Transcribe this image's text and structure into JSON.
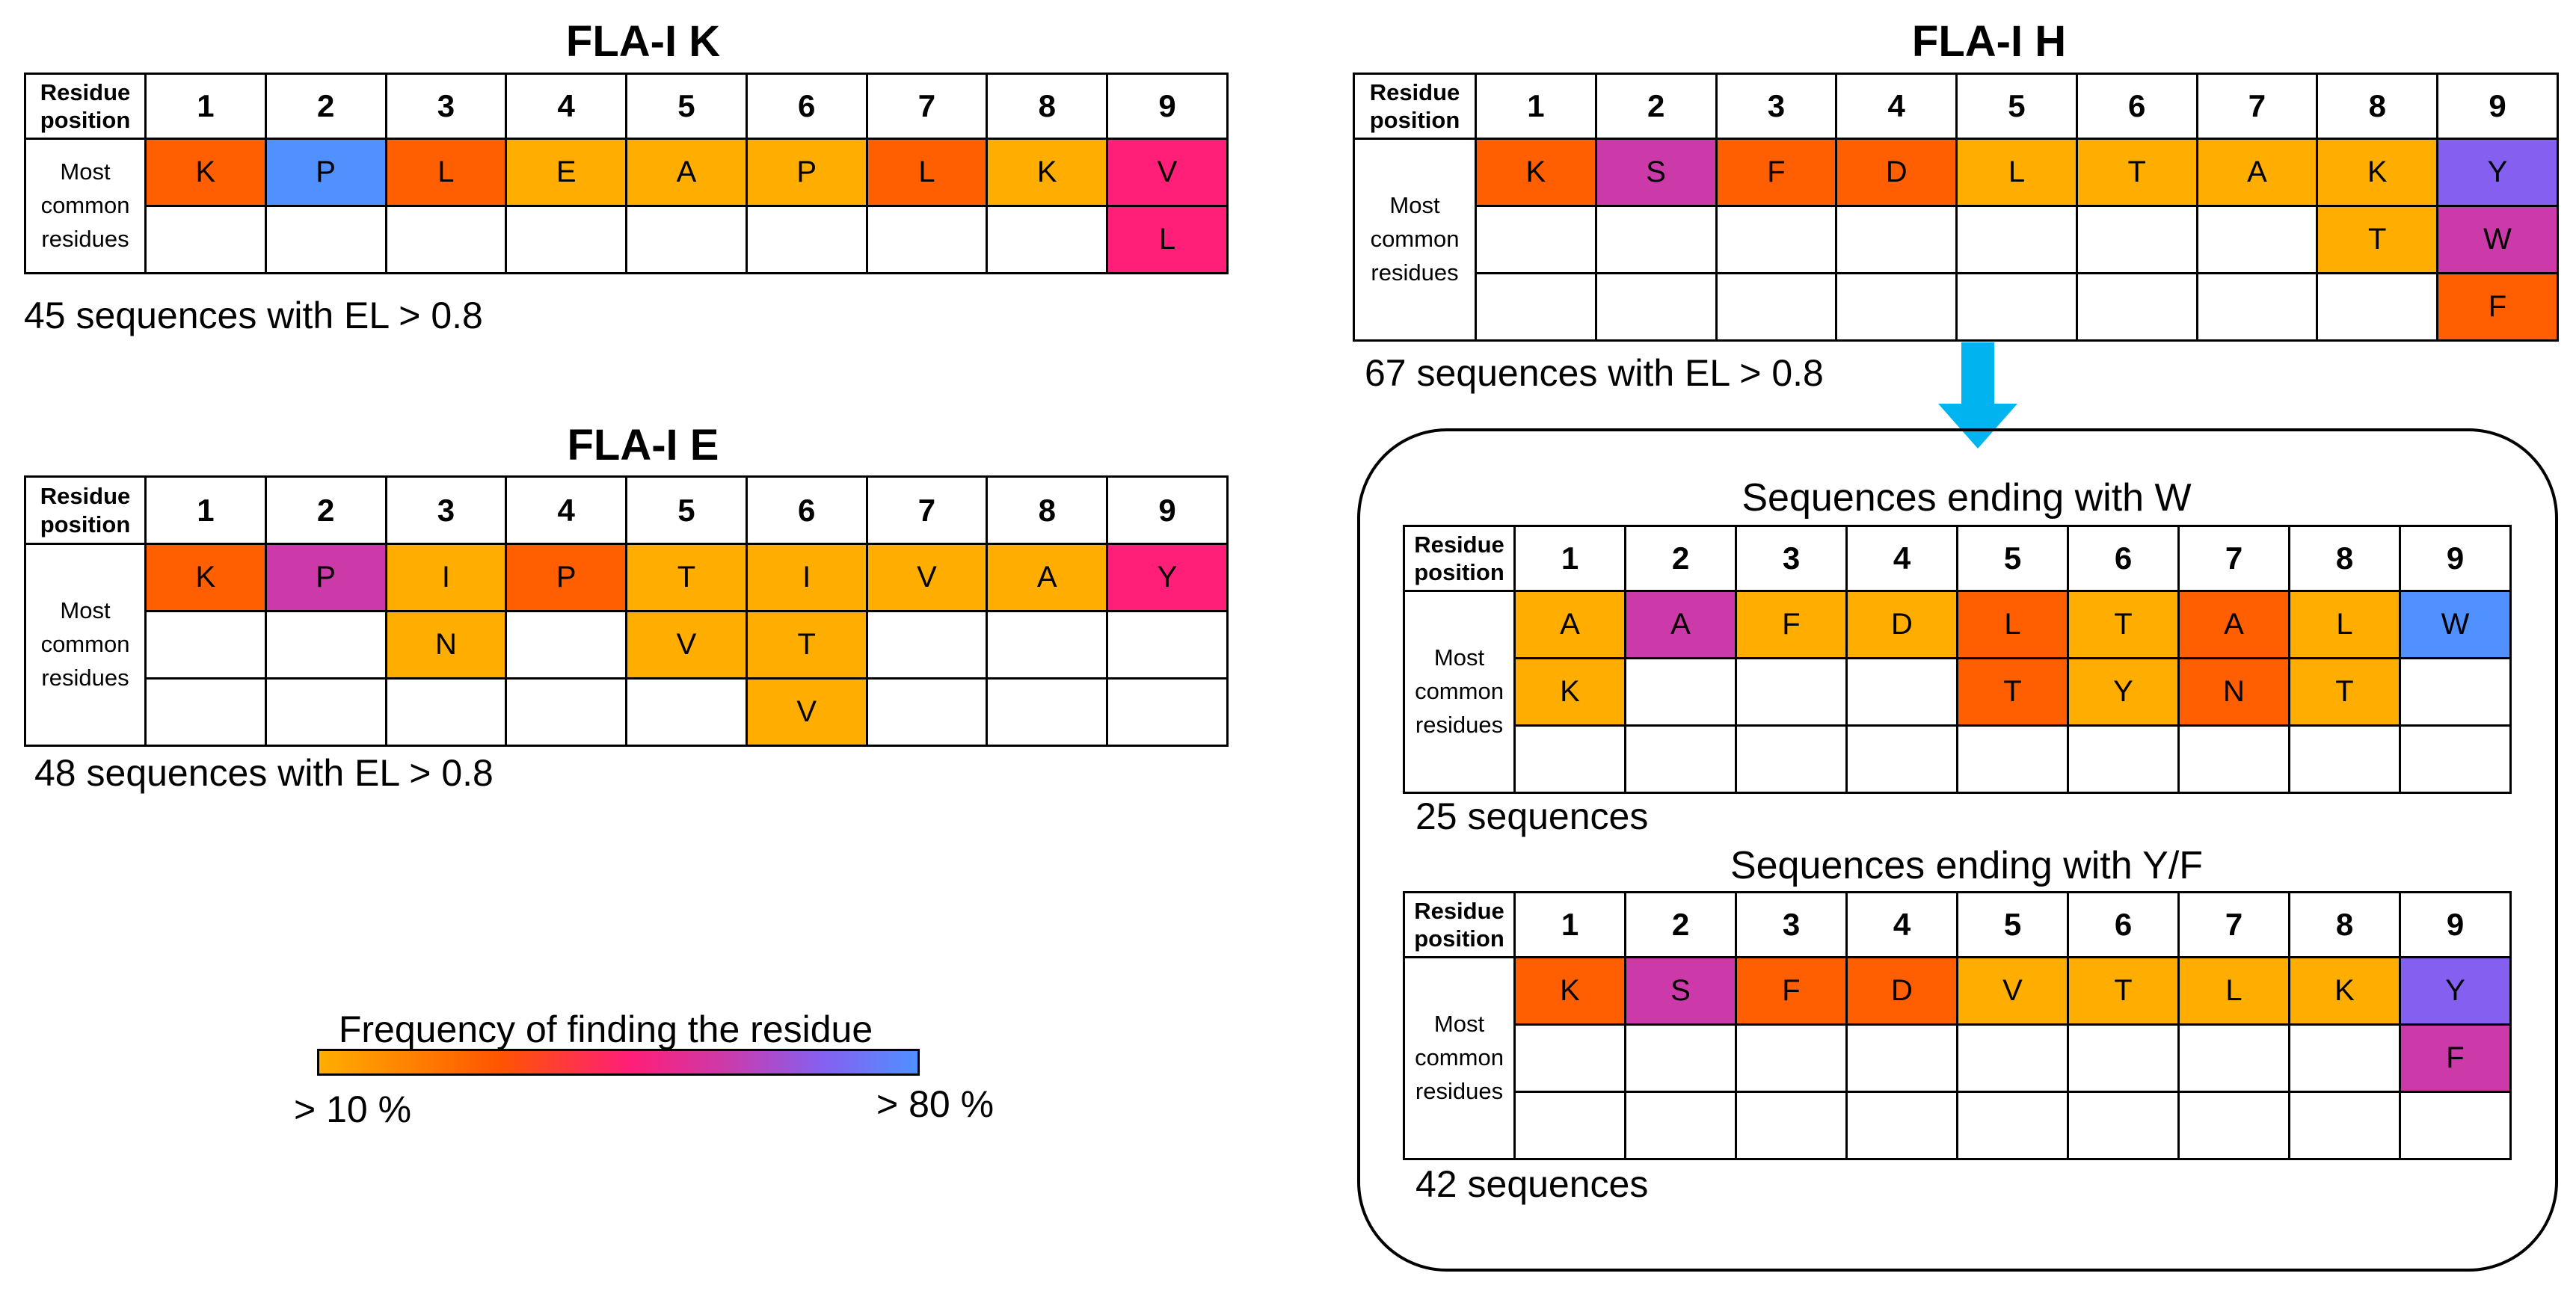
{
  "colors": {
    "orange": "#ffae00",
    "red_orange": "#ff5f00",
    "pink": "#ff1e78",
    "magenta": "#cc3aaa",
    "purple": "#8560f0",
    "blue": "#5090ff"
  },
  "table_header": {
    "residue_position": "Residue position",
    "most_common": "Most common residues"
  },
  "positions": [
    "1",
    "2",
    "3",
    "4",
    "5",
    "6",
    "7",
    "8",
    "9"
  ],
  "panels": {
    "k": {
      "title": "FLA-I K",
      "caption": "45 sequences with EL > 0.8",
      "rows": [
        [
          {
            "r": "K",
            "c": "red_orange"
          },
          {
            "r": "P",
            "c": "blue"
          },
          {
            "r": "L",
            "c": "red_orange"
          },
          {
            "r": "E",
            "c": "orange"
          },
          {
            "r": "A",
            "c": "orange"
          },
          {
            "r": "P",
            "c": "orange"
          },
          {
            "r": "L",
            "c": "red_orange"
          },
          {
            "r": "K",
            "c": "orange"
          },
          {
            "r": "V",
            "c": "pink"
          }
        ],
        [
          null,
          null,
          null,
          null,
          null,
          null,
          null,
          null,
          {
            "r": "L",
            "c": "pink"
          }
        ]
      ]
    },
    "e": {
      "title": "FLA-I E",
      "caption": "48 sequences with EL > 0.8",
      "rows": [
        [
          {
            "r": "K",
            "c": "red_orange"
          },
          {
            "r": "P",
            "c": "magenta"
          },
          {
            "r": "I",
            "c": "orange"
          },
          {
            "r": "P",
            "c": "red_orange"
          },
          {
            "r": "T",
            "c": "orange"
          },
          {
            "r": "I",
            "c": "orange"
          },
          {
            "r": "V",
            "c": "orange"
          },
          {
            "r": "A",
            "c": "orange"
          },
          {
            "r": "Y",
            "c": "pink"
          }
        ],
        [
          null,
          null,
          {
            "r": "N",
            "c": "orange"
          },
          null,
          {
            "r": "V",
            "c": "orange"
          },
          {
            "r": "T",
            "c": "orange"
          },
          null,
          null,
          null
        ],
        [
          null,
          null,
          null,
          null,
          null,
          {
            "r": "V",
            "c": "orange"
          },
          null,
          null,
          null
        ]
      ]
    },
    "h": {
      "title": "FLA-I H",
      "caption": "67 sequences with EL > 0.8",
      "rows": [
        [
          {
            "r": "K",
            "c": "red_orange"
          },
          {
            "r": "S",
            "c": "magenta"
          },
          {
            "r": "F",
            "c": "red_orange"
          },
          {
            "r": "D",
            "c": "red_orange"
          },
          {
            "r": "L",
            "c": "orange"
          },
          {
            "r": "T",
            "c": "orange"
          },
          {
            "r": "A",
            "c": "orange"
          },
          {
            "r": "K",
            "c": "orange"
          },
          {
            "r": "Y",
            "c": "purple"
          }
        ],
        [
          null,
          null,
          null,
          null,
          null,
          null,
          null,
          {
            "r": "T",
            "c": "orange"
          },
          {
            "r": "W",
            "c": "magenta"
          }
        ],
        [
          null,
          null,
          null,
          null,
          null,
          null,
          null,
          null,
          {
            "r": "F",
            "c": "red_orange"
          }
        ]
      ]
    },
    "w": {
      "title": "Sequences ending with W",
      "caption": "25 sequences",
      "rows": [
        [
          {
            "r": "A",
            "c": "orange"
          },
          {
            "r": "A",
            "c": "magenta"
          },
          {
            "r": "F",
            "c": "orange"
          },
          {
            "r": "D",
            "c": "orange"
          },
          {
            "r": "L",
            "c": "red_orange"
          },
          {
            "r": "T",
            "c": "orange"
          },
          {
            "r": "A",
            "c": "red_orange"
          },
          {
            "r": "L",
            "c": "orange"
          },
          {
            "r": "W",
            "c": "blue"
          }
        ],
        [
          {
            "r": "K",
            "c": "orange"
          },
          null,
          null,
          null,
          {
            "r": "T",
            "c": "red_orange"
          },
          {
            "r": "Y",
            "c": "orange"
          },
          {
            "r": "N",
            "c": "red_orange"
          },
          {
            "r": "T",
            "c": "orange"
          },
          null
        ],
        [
          null,
          null,
          null,
          null,
          null,
          null,
          null,
          null,
          null
        ]
      ]
    },
    "yf": {
      "title": "Sequences ending with Y/F",
      "caption": "42 sequences",
      "rows": [
        [
          {
            "r": "K",
            "c": "red_orange"
          },
          {
            "r": "S",
            "c": "magenta"
          },
          {
            "r": "F",
            "c": "red_orange"
          },
          {
            "r": "D",
            "c": "red_orange"
          },
          {
            "r": "V",
            "c": "orange"
          },
          {
            "r": "T",
            "c": "orange"
          },
          {
            "r": "L",
            "c": "orange"
          },
          {
            "r": "K",
            "c": "orange"
          },
          {
            "r": "Y",
            "c": "purple"
          }
        ],
        [
          null,
          null,
          null,
          null,
          null,
          null,
          null,
          null,
          {
            "r": "F",
            "c": "magenta"
          }
        ],
        [
          null,
          null,
          null,
          null,
          null,
          null,
          null,
          null,
          null
        ]
      ]
    }
  },
  "legend": {
    "title": "Frequency of finding the residue",
    "min_label": "> 10 %",
    "max_label": "> 80 %"
  }
}
